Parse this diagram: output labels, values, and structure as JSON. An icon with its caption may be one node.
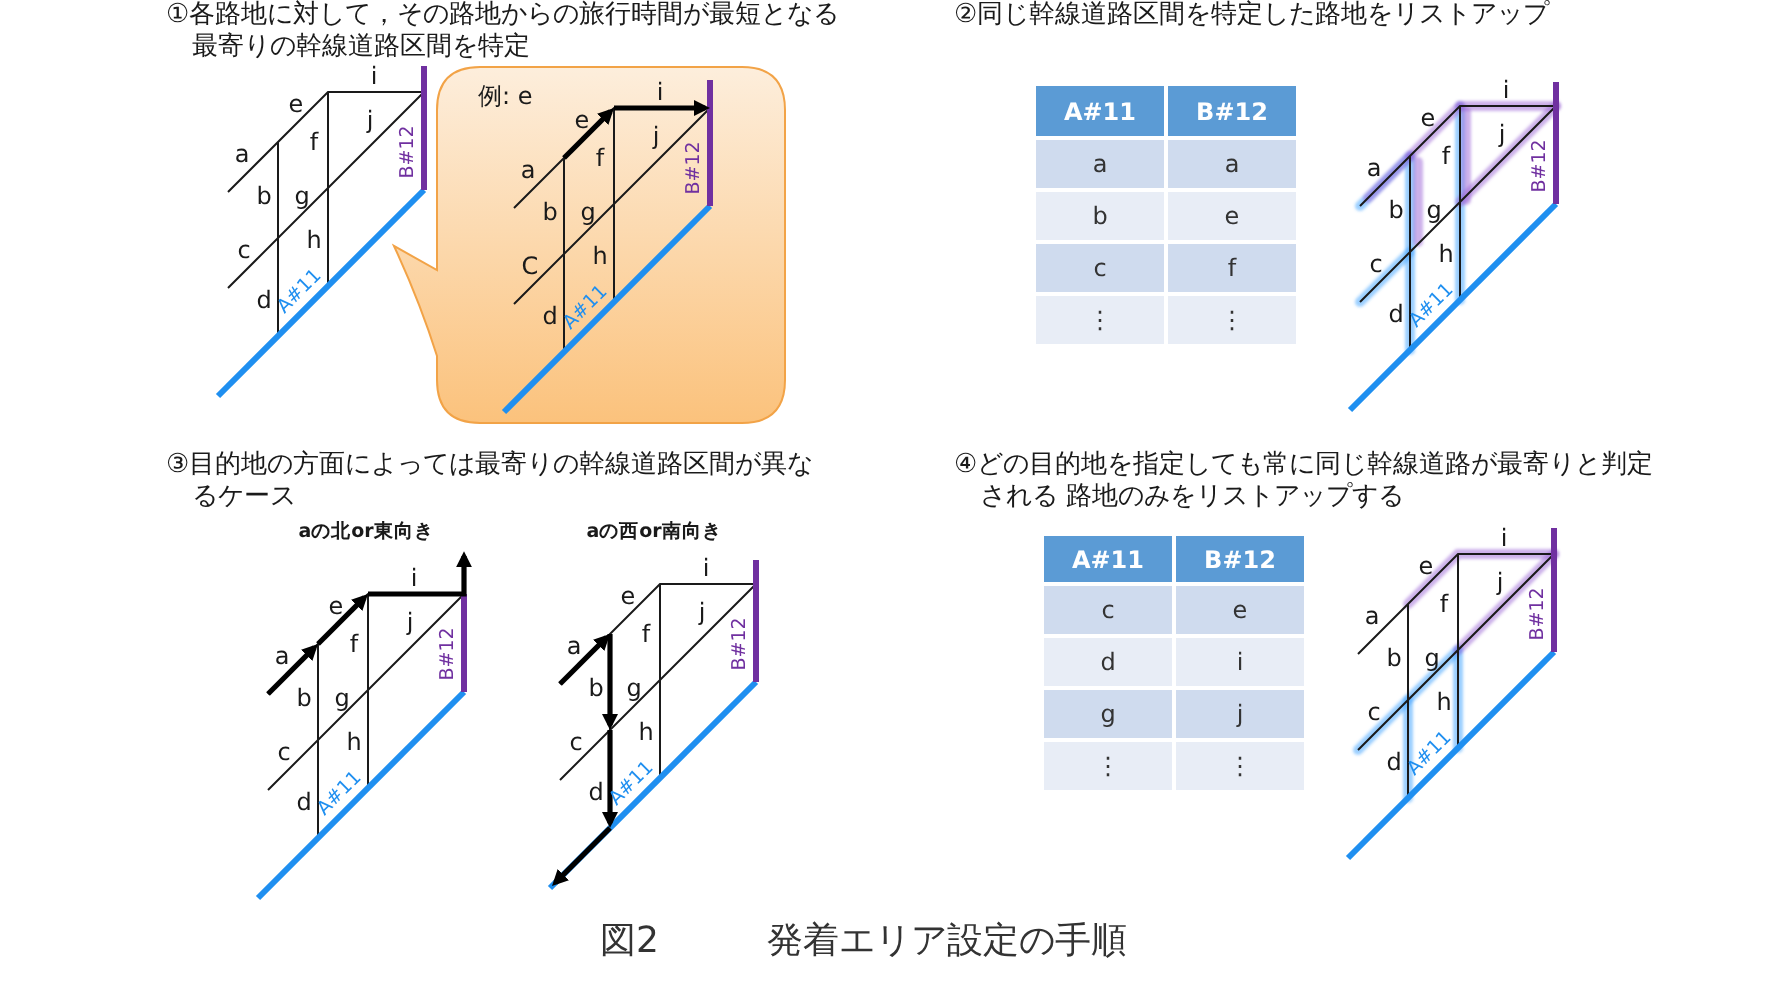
{
  "diagram": {
    "caption": "図2　　　発着エリア設定の手順",
    "nodes": [
      {
        "text": [
          "例: e",
          "a",
          "b",
          "C",
          "d",
          "e",
          "f",
          "g",
          "h",
          "i",
          "j",
          "A#11",
          "B#12"
        ]
      }
    ],
    "labels": [
      "①各路地に対して，その路地からの旅行時間が最短となる最寄りの幹線道路区間を特定",
      "a",
      "b",
      "c",
      "d",
      "e",
      "f",
      "g",
      "h",
      "i",
      "j",
      "A#11",
      "B#12",
      "②同じ幹線道路区間を特定した路地をリストアップ",
      "A#11",
      "B#12",
      "a",
      "a",
      "b",
      "e",
      "c",
      "f",
      "⋮",
      "⋮",
      "a",
      "b",
      "c",
      "d",
      "e",
      "f",
      "g",
      "h",
      "i",
      "j",
      "A#11",
      "B#12",
      "③目的地の方面によっては最寄りの幹線道路区間が異なるケース",
      "aの北or東向き",
      "a",
      "b",
      "c",
      "d",
      "e",
      "f",
      "g",
      "h",
      "i",
      "j",
      "A#11",
      "B#12",
      "aの西or南向き",
      "a",
      "b",
      "c",
      "d",
      "e",
      "f",
      "g",
      "h",
      "i",
      "j",
      "A#11",
      "B#12",
      "④どの目的地を指定しても常に同じ幹線道路が最寄りと判定される 路地のみをリストアップする",
      "A#11",
      "B#12",
      "c",
      "e",
      "d",
      "i",
      "g",
      "j",
      "⋮",
      "⋮",
      "a",
      "b",
      "c",
      "d",
      "e",
      "f",
      "g",
      "h",
      "i",
      "j",
      "A#11",
      "B#12"
    ]
  }
}
